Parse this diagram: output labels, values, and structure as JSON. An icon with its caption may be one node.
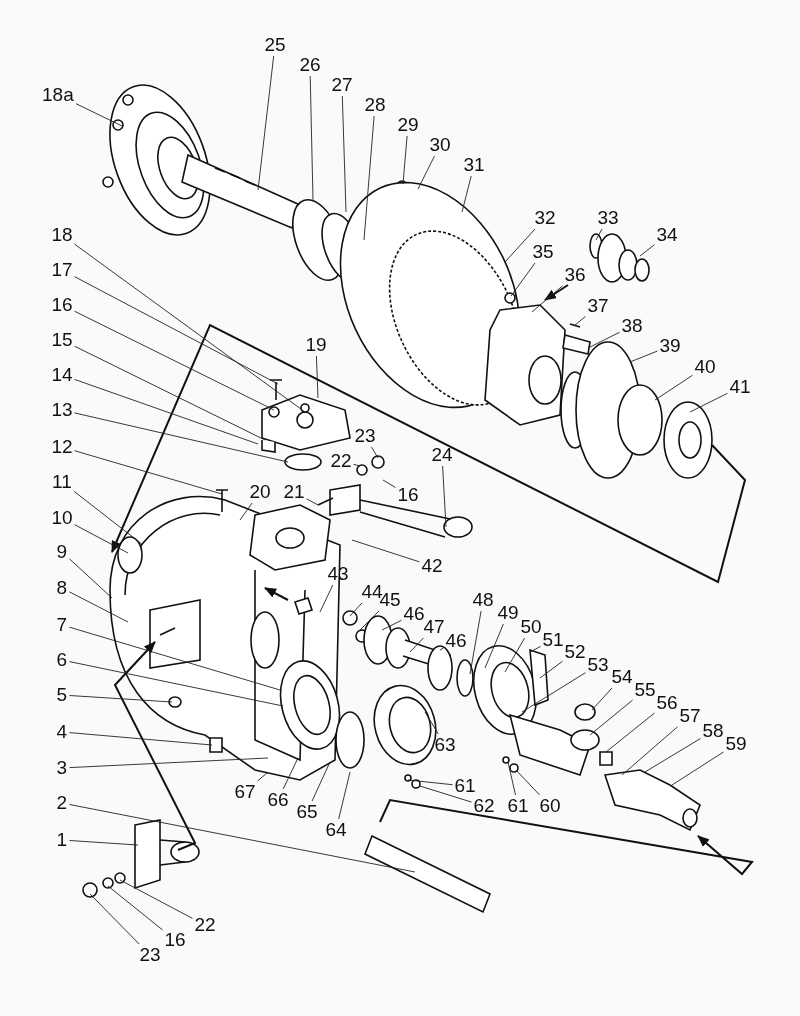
{
  "diagram": {
    "nodes": [
      {
        "text": [
          "18a"
        ]
      },
      {
        "text": [
          "25"
        ]
      },
      {
        "text": [
          "26"
        ]
      },
      {
        "text": [
          "27"
        ]
      },
      {
        "text": [
          "28"
        ]
      },
      {
        "text": [
          "29"
        ]
      },
      {
        "text": [
          "30"
        ]
      },
      {
        "text": [
          "31"
        ]
      },
      {
        "text": [
          "32"
        ]
      },
      {
        "text": [
          "33"
        ]
      },
      {
        "text": [
          "34"
        ]
      },
      {
        "text": [
          "35"
        ]
      },
      {
        "text": [
          "36"
        ]
      },
      {
        "text": [
          "37"
        ]
      },
      {
        "text": [
          "38"
        ]
      },
      {
        "text": [
          "39"
        ]
      },
      {
        "text": [
          "40"
        ]
      },
      {
        "text": [
          "41"
        ]
      },
      {
        "text": [
          "18"
        ]
      },
      {
        "text": [
          "17"
        ]
      },
      {
        "text": [
          "16"
        ]
      },
      {
        "text": [
          "15"
        ]
      },
      {
        "text": [
          "14"
        ]
      },
      {
        "text": [
          "13"
        ]
      },
      {
        "text": [
          "12"
        ]
      },
      {
        "text": [
          "11"
        ]
      },
      {
        "text": [
          "10"
        ]
      },
      {
        "text": [
          "9"
        ]
      },
      {
        "text": [
          "8"
        ]
      },
      {
        "text": [
          "7"
        ]
      },
      {
        "text": [
          "6"
        ]
      },
      {
        "text": [
          "5"
        ]
      },
      {
        "text": [
          "4"
        ]
      },
      {
        "text": [
          "3"
        ]
      },
      {
        "text": [
          "2"
        ]
      },
      {
        "text": [
          "1"
        ]
      },
      {
        "text": [
          "19"
        ]
      },
      {
        "text": [
          "23"
        ]
      },
      {
        "text": [
          "22"
        ]
      },
      {
        "text": [
          "16"
        ]
      },
      {
        "text": [
          "24"
        ]
      },
      {
        "text": [
          "20"
        ]
      },
      {
        "text": [
          "21"
        ]
      },
      {
        "text": [
          "42"
        ]
      },
      {
        "text": [
          "43"
        ]
      },
      {
        "text": [
          "44"
        ]
      },
      {
        "text": [
          "45"
        ]
      },
      {
        "text": [
          "46"
        ]
      },
      {
        "text": [
          "47"
        ]
      },
      {
        "text": [
          "46"
        ]
      },
      {
        "text": [
          "48"
        ]
      },
      {
        "text": [
          "49"
        ]
      },
      {
        "text": [
          "50"
        ]
      },
      {
        "text": [
          "51"
        ]
      },
      {
        "text": [
          "52"
        ]
      },
      {
        "text": [
          "53"
        ]
      },
      {
        "text": [
          "54"
        ]
      },
      {
        "text": [
          "55"
        ]
      },
      {
        "text": [
          "56"
        ]
      },
      {
        "text": [
          "57"
        ]
      },
      {
        "text": [
          "58"
        ]
      },
      {
        "text": [
          "59"
        ]
      },
      {
        "text": [
          "63"
        ]
      },
      {
        "text": [
          "61"
        ]
      },
      {
        "text": [
          "62"
        ]
      },
      {
        "text": [
          "61"
        ]
      },
      {
        "text": [
          "60"
        ]
      },
      {
        "text": [
          "67"
        ]
      },
      {
        "text": [
          "66"
        ]
      },
      {
        "text": [
          "65"
        ]
      },
      {
        "text": [
          "64"
        ]
      },
      {
        "text": [
          "22"
        ]
      },
      {
        "text": [
          "16"
        ]
      },
      {
        "text": [
          "23"
        ]
      }
    ],
    "edges": [
      {
        "from": 0,
        "to": null,
        "arrow": "none"
      },
      {
        "from": 1,
        "to": null,
        "arrow": "none"
      },
      {
        "from": 2,
        "to": null,
        "arrow": "none"
      },
      {
        "from": 3,
        "to": null,
        "arrow": "none"
      },
      {
        "from": 4,
        "to": null,
        "arrow": "none"
      },
      {
        "from": 5,
        "to": null,
        "arrow": "none"
      },
      {
        "from": 6,
        "to": null,
        "arrow": "none"
      },
      {
        "from": 7,
        "to": null,
        "arrow": "none"
      },
      {
        "from": 8,
        "to": null,
        "arrow": "none"
      },
      {
        "from": 9,
        "to": null,
        "arrow": "none"
      },
      {
        "from": 10,
        "to": null,
        "arrow": "none"
      },
      {
        "from": 11,
        "to": null,
        "arrow": "none"
      },
      {
        "from": 12,
        "to": null,
        "arrow": "none"
      },
      {
        "from": 13,
        "to": null,
        "arrow": "none"
      },
      {
        "from": 14,
        "to": null,
        "arrow": "none"
      },
      {
        "from": 15,
        "to": null,
        "arrow": "none"
      },
      {
        "from": 16,
        "to": null,
        "arrow": "none"
      },
      {
        "from": 17,
        "to": null,
        "arrow": "none"
      },
      {
        "from": 18,
        "to": null,
        "arrow": "none"
      },
      {
        "from": 19,
        "to": null,
        "arrow": "none"
      },
      {
        "from": 20,
        "to": null,
        "arrow": "none"
      },
      {
        "from": 21,
        "to": null,
        "arrow": "none"
      },
      {
        "from": 22,
        "to": null,
        "arrow": "none"
      },
      {
        "from": 23,
        "to": null,
        "arrow": "none"
      },
      {
        "from": 24,
        "to": null,
        "arrow": "none"
      },
      {
        "from": 25,
        "to": null,
        "arrow": "none"
      },
      {
        "from": 26,
        "to": null,
        "arrow": "none"
      },
      {
        "from": 27,
        "to": null,
        "arrow": "none"
      },
      {
        "from": 28,
        "to": null,
        "arrow": "none"
      },
      {
        "from": 29,
        "to": null,
        "arrow": "none"
      },
      {
        "from": 30,
        "to": null,
        "arrow": "none"
      },
      {
        "from": 31,
        "to": null,
        "arrow": "none"
      },
      {
        "from": 32,
        "to": null,
        "arrow": "none"
      },
      {
        "from": 33,
        "to": null,
        "arrow": "none"
      },
      {
        "from": 34,
        "to": null,
        "arrow": "none"
      },
      {
        "from": 35,
        "to": null,
        "arrow": "none"
      },
      {
        "from": 36,
        "to": null,
        "arrow": "none"
      },
      {
        "from": 37,
        "to": null,
        "arrow": "none"
      },
      {
        "from": 38,
        "to": null,
        "arrow": "none"
      },
      {
        "from": 39,
        "to": null,
        "arrow": "none"
      },
      {
        "from": 40,
        "to": null,
        "arrow": "none"
      },
      {
        "from": 41,
        "to": null,
        "arrow": "none"
      },
      {
        "from": 42,
        "to": null,
        "arrow": "none"
      },
      {
        "from": 43,
        "to": null,
        "arrow": "none"
      },
      {
        "from": 44,
        "to": null,
        "arrow": "none"
      },
      {
        "from": 45,
        "to": null,
        "arrow": "none"
      },
      {
        "from": 46,
        "to": null,
        "arrow": "none"
      },
      {
        "from": 47,
        "to": null,
        "arrow": "none"
      },
      {
        "from": 48,
        "to": null,
        "arrow": "none"
      },
      {
        "from": 49,
        "to": null,
        "arrow": "none"
      },
      {
        "from": 50,
        "to": null,
        "arrow": "none"
      },
      {
        "from": 51,
        "to": null,
        "arrow": "none"
      },
      {
        "from": 52,
        "to": null,
        "arrow": "none"
      },
      {
        "from": 53,
        "to": null,
        "arrow": "none"
      },
      {
        "from": 54,
        "to": null,
        "arrow": "none"
      },
      {
        "from": 55,
        "to": null,
        "arrow": "none"
      },
      {
        "from": 56,
        "to": null,
        "arrow": "none"
      },
      {
        "from": 57,
        "to": null,
        "arrow": "none"
      },
      {
        "from": 58,
        "to": null,
        "arrow": "none"
      },
      {
        "from": 59,
        "to": null,
        "arrow": "none"
      },
      {
        "from": 60,
        "to": null,
        "arrow": "none"
      },
      {
        "from": 61,
        "to": null,
        "arrow": "none"
      },
      {
        "from": 62,
        "to": null,
        "arrow": "none"
      },
      {
        "from": 63,
        "to": null,
        "arrow": "none"
      },
      {
        "from": 64,
        "to": null,
        "arrow": "none"
      },
      {
        "from": 65,
        "to": null,
        "arrow": "none"
      },
      {
        "from": 66,
        "to": null,
        "arrow": "none"
      },
      {
        "from": 67,
        "to": null,
        "arrow": "none"
      },
      {
        "from": 68,
        "to": null,
        "arrow": "none"
      },
      {
        "from": 69,
        "to": null,
        "arrow": "none"
      },
      {
        "from": 70,
        "to": null,
        "arrow": "none"
      },
      {
        "from": 71,
        "to": null,
        "arrow": "none"
      },
      {
        "from": 72,
        "to": null,
        "arrow": "none"
      },
      {
        "from": 73,
        "to": null,
        "arrow": "none"
      }
    ]
  }
}
